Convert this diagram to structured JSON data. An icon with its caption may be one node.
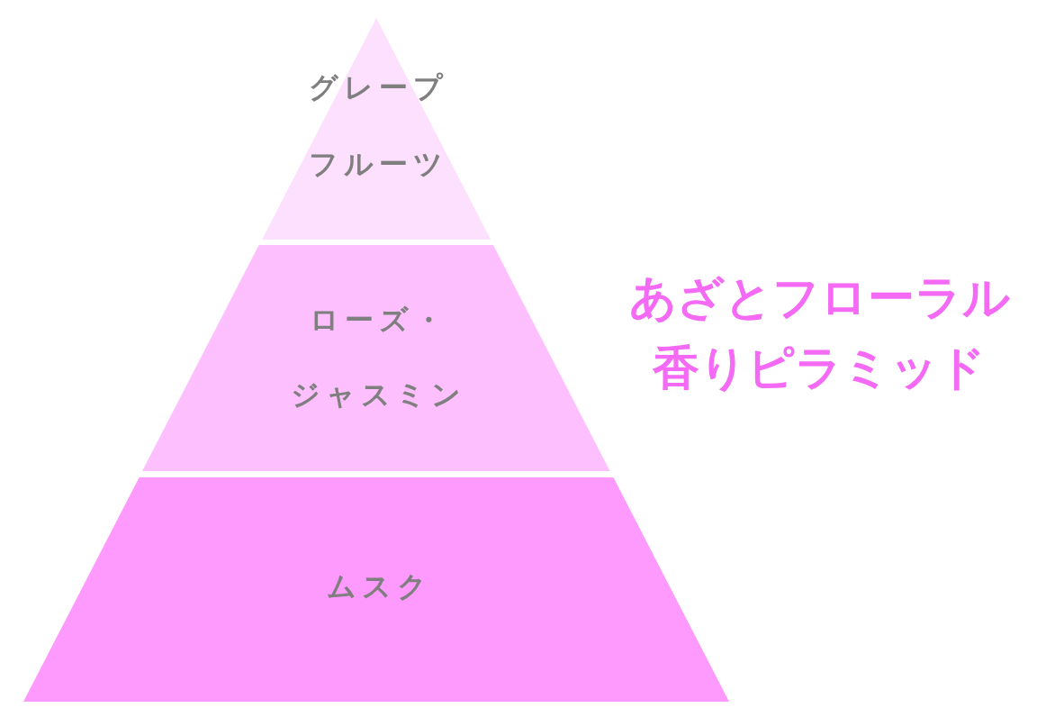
{
  "diagram": {
    "title": "あざとフローラル香りピラミッド",
    "nodes": [
      {
        "text": [
          "グレープフルーツ"
        ]
      },
      {
        "text": [
          "ローズ・ジャスミン"
        ]
      },
      {
        "text": [
          "ムスク"
        ]
      }
    ]
  }
}
